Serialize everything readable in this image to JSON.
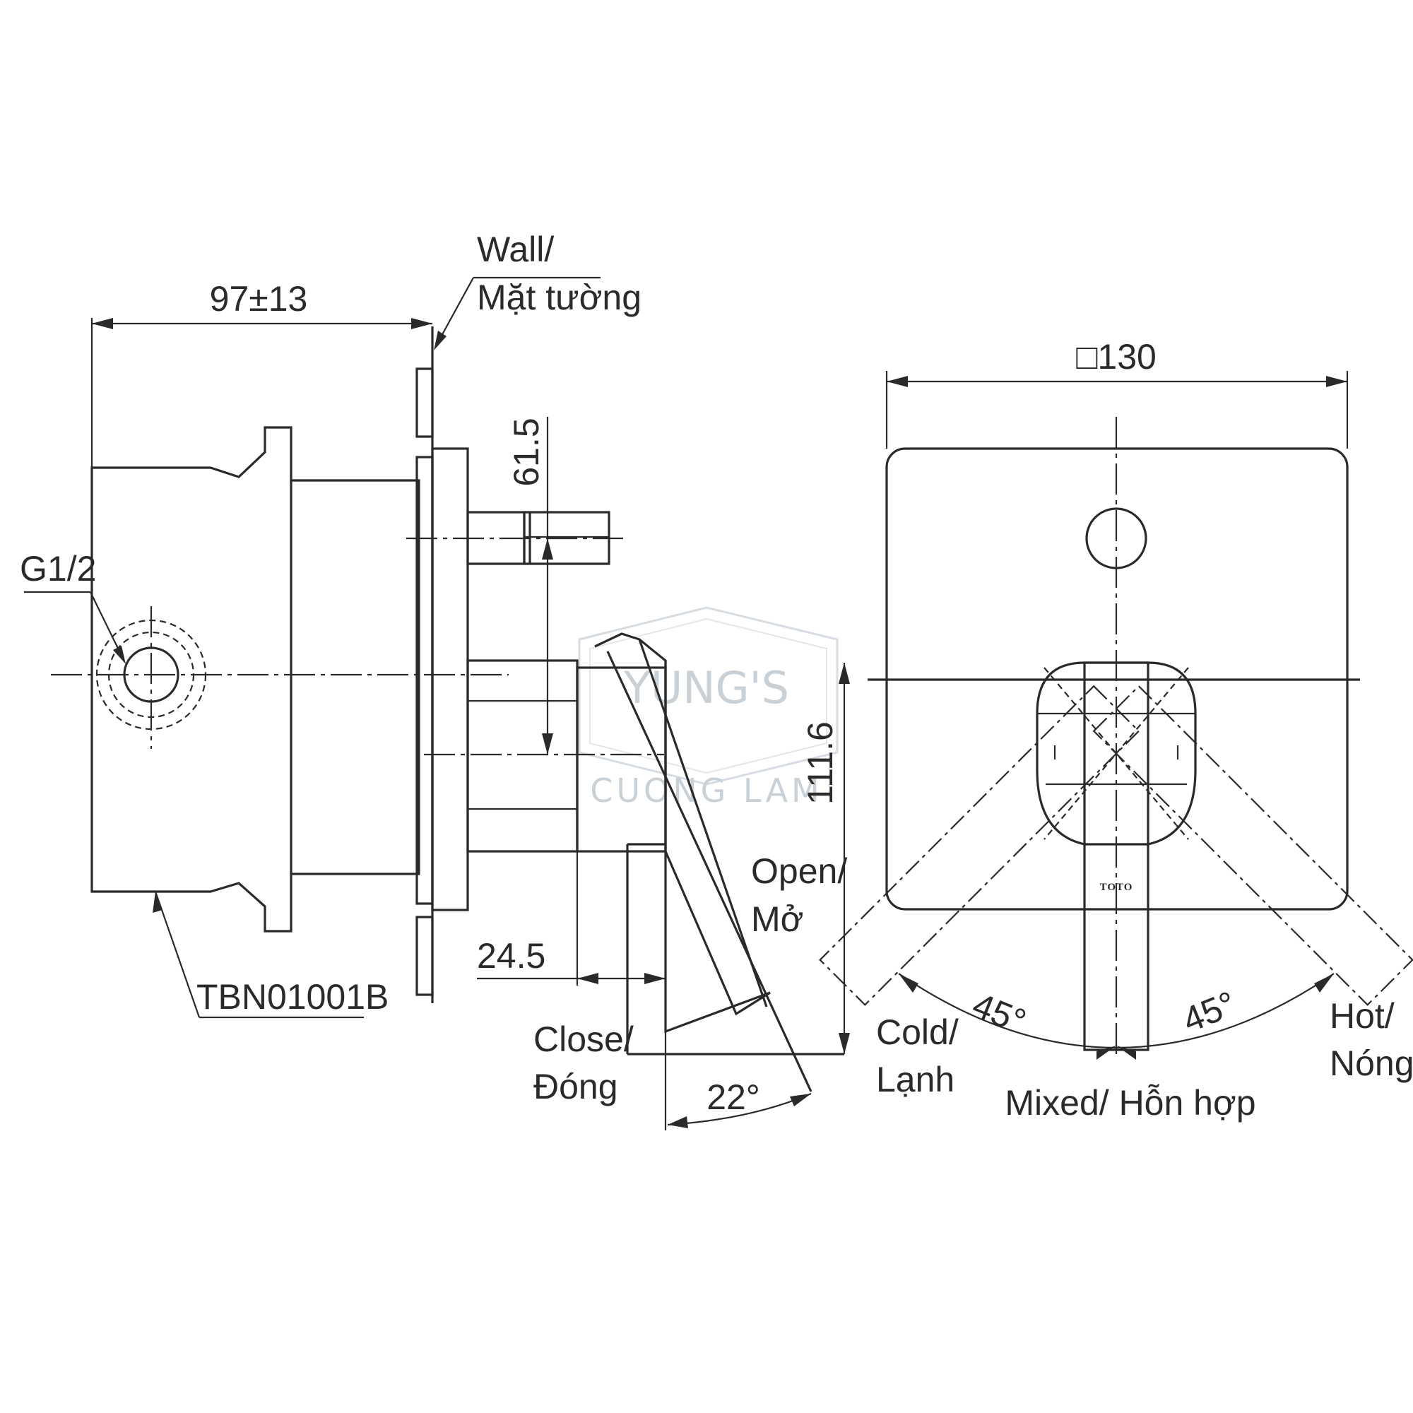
{
  "dimensions": {
    "depth": "97±13",
    "square_size": "□130",
    "spindle_offset": "61.5",
    "handle_height": "111.6",
    "handle_projection": "24.5",
    "tilt_angle": "22°",
    "rotation_cold": "45°",
    "rotation_hot": "45°"
  },
  "labels": {
    "wall_line1": "Wall/",
    "wall_line2": "Mặt tường",
    "thread": "G1/2",
    "part_number": "TBN01001B",
    "open_line1": "Open/",
    "open_line2": "Mở",
    "close_line1": "Close/",
    "close_line2": "Đóng",
    "cold_line1": "Cold/",
    "cold_line2": "Lạnh",
    "hot_line1": "Hot/",
    "hot_line2": "Nóng",
    "mixed": "Mixed/ Hỗn hợp",
    "brand": "TOTO"
  },
  "watermark": {
    "line1": "YUNG'S",
    "line2": "CUONG LAM"
  }
}
